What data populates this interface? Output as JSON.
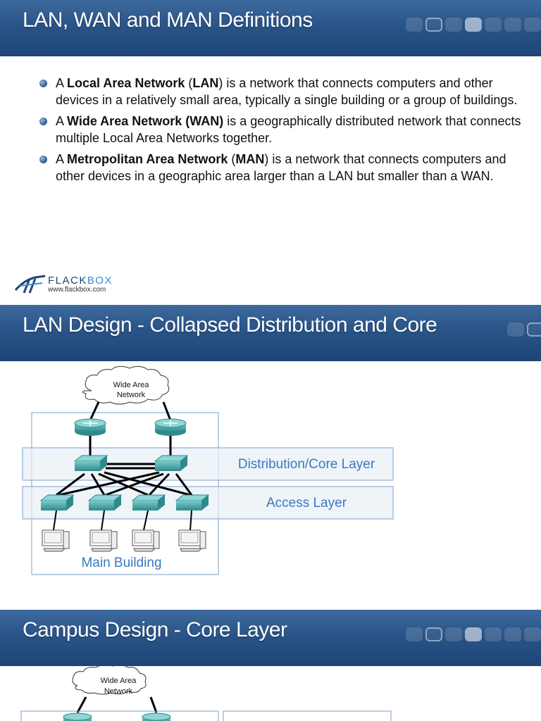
{
  "slide1": {
    "title": "LAN, WAN and MAN Definitions",
    "bullets": [
      {
        "pre": "A ",
        "bold": "Local Area Network",
        "mid": " (",
        "bold2": "LAN",
        "post": ") is a network that connects computers and other devices in a relatively small area, typically a single building or a group of buildings."
      },
      {
        "pre": "A ",
        "bold": "Wide Area Network (WAN)",
        "mid": "",
        "bold2": "",
        "post": " is a geographically distributed network that connects multiple Local Area Networks together."
      },
      {
        "pre": "A ",
        "bold": "Metropolitan Area Network",
        "mid": " (",
        "bold2": "MAN",
        "post": ") is a network that connects computers and other devices in a geographic area larger than a LAN but smaller than a WAN."
      }
    ],
    "logo": {
      "word_a": "FLACK",
      "word_b": "BOX",
      "url": "www.flackbox.com"
    }
  },
  "slide2": {
    "title": "LAN Design - Collapsed Distribution and Core",
    "cloud_label_1": "Wide Area",
    "cloud_label_2": "Network",
    "distribution_label": "Distribution/Core Layer",
    "access_label": "Access Layer",
    "building_label": "Main Building"
  },
  "slide3": {
    "title": "Campus Design - Core Layer",
    "cloud_label_1": "Wide Area",
    "cloud_label_2": "Network"
  },
  "colors": {
    "banner": "#2a5488",
    "accent_text": "#3a78c0",
    "device": "#3a9a9a"
  }
}
